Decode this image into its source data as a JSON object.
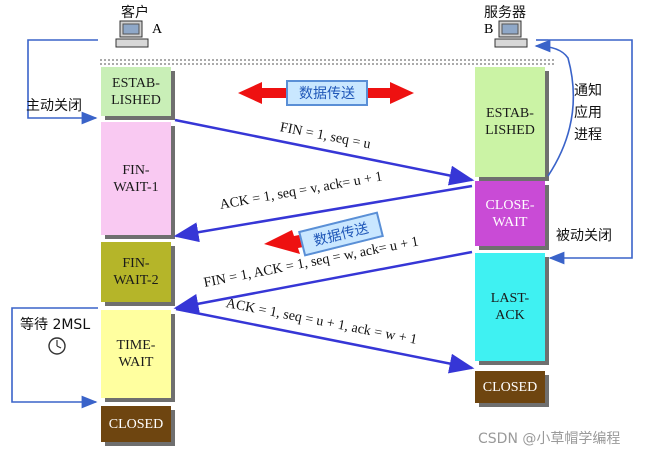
{
  "client": {
    "title": "客户",
    "tag": "A",
    "action": "主动关闭"
  },
  "server": {
    "title": "服务器",
    "tag": "B",
    "action": "被动关闭",
    "notify": "通知\n应用\n进程"
  },
  "client_states": [
    {
      "label": "ESTAB-\nLISHED",
      "color": "#c9efb7"
    },
    {
      "label": "FIN-\nWAIT-1",
      "color": "#f9c9f2"
    },
    {
      "label": "FIN-\nWAIT-2",
      "color": "#b5b529"
    },
    {
      "label": "TIME-\nWAIT",
      "color": "#ffff9f"
    },
    {
      "label": "CLOSED",
      "color": "#6e4510"
    }
  ],
  "server_states": [
    {
      "label": "ESTAB-\nLISHED",
      "color": "#cbf3a5"
    },
    {
      "label": "CLOSE-\nWAIT",
      "color": "#c94bd6"
    },
    {
      "label": "LAST-\nACK",
      "color": "#3ff1f2"
    },
    {
      "label": "CLOSED",
      "color": "#6e4510"
    }
  ],
  "data_transfer_top": "数据传送",
  "data_transfer_mid": "数据传送",
  "messages": [
    {
      "label": "FIN = 1, seq = u"
    },
    {
      "label": "ACK = 1, seq = v, ack= u + 1"
    },
    {
      "label": "FIN = 1, ACK = 1, seq = w, ack= u + 1"
    },
    {
      "label": "ACK = 1, seq = u + 1, ack = w + 1"
    }
  ],
  "wait_label": "等待 2MSL",
  "watermark": "CSDN @小草帽学编程",
  "colors": {
    "arrow_blue": "#3636d6",
    "arrow_red": "#ee1111",
    "loop_blue": "#3a63c9"
  }
}
